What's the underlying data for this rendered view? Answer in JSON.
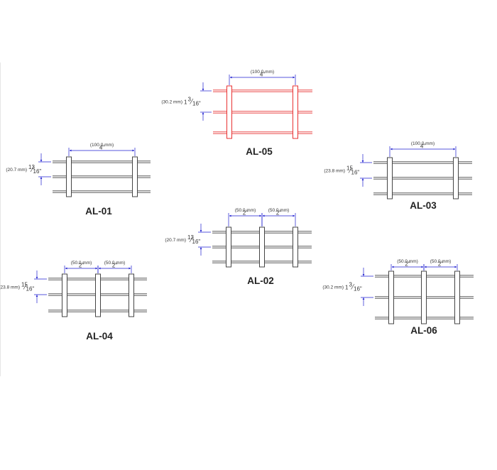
{
  "colors": {
    "line": "#444444",
    "dimension": "#1f1fd0",
    "highlight": "#e83030"
  },
  "panels": [
    {
      "label": "AL-01",
      "height_mm": "(20.7 mm)",
      "height_num": "13",
      "height_den": "16",
      "spacings": [
        {
          "mm": "(100.0 mm)",
          "in": "4\""
        }
      ],
      "posts": 2,
      "highlighted": false
    },
    {
      "label": "AL-02",
      "height_mm": "(20.7 mm)",
      "height_num": "13",
      "height_den": "16",
      "spacings": [
        {
          "mm": "(50.0 mm)",
          "in": "2\""
        },
        {
          "mm": "(50.0 mm)",
          "in": "2\""
        }
      ],
      "posts": 3,
      "highlighted": false
    },
    {
      "label": "AL-03",
      "height_mm": "(23.8 mm)",
      "height_num": "15",
      "height_den": "16",
      "spacings": [
        {
          "mm": "(100.0 mm)",
          "in": "4\""
        }
      ],
      "posts": 2,
      "highlighted": false
    },
    {
      "label": "AL-04",
      "height_mm": "(23.8 mm)",
      "height_num": "15",
      "height_den": "16",
      "spacings": [
        {
          "mm": "(50.0 mm)",
          "in": "2\""
        },
        {
          "mm": "(50.0 mm)",
          "in": "2\""
        }
      ],
      "posts": 3,
      "highlighted": false
    },
    {
      "label": "AL-05",
      "height_mm": "(30.2 mm)",
      "height_whole": "1",
      "height_num": "3",
      "height_den": "16",
      "spacings": [
        {
          "mm": "(100.0 mm)",
          "in": "4\""
        }
      ],
      "posts": 2,
      "highlighted": true
    },
    {
      "label": "AL-06",
      "height_mm": "(30.2 mm)",
      "height_whole": "1",
      "height_num": "3",
      "height_den": "16",
      "spacings": [
        {
          "mm": "(50.0 mm)",
          "in": "2\""
        },
        {
          "mm": "(50.0 mm)",
          "in": "2\""
        }
      ],
      "posts": 3,
      "highlighted": false
    }
  ]
}
